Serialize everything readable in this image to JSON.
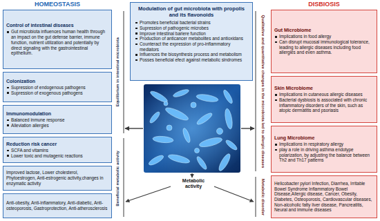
{
  "diagram": {
    "nodes": [
      {
        "text": [
          "Control of intestinal diseases",
          "Gut microbiota influences human health through an impact on the gut defense barrier, immune function, nutrient utilization and potentially by direct signaling with the gastrointestinal epithelium."
        ]
      },
      {
        "text": [
          "Colonization",
          "Supression of endogenous pathogens",
          "Supression of exogenous pathogens"
        ]
      },
      {
        "text": [
          "Immunomodulation",
          "Balanced inmune response",
          "Alleviation allergies"
        ]
      },
      {
        "text": [
          "Reduction risk cancer",
          "SCFA and vitamins",
          "Lower toxic and mutagenic reactions"
        ]
      },
      {
        "text": [
          "Improved lactose, Lower cholesterol, Phytoestrogen, Anti-estrogenic activity,changes in enzymatic activity"
        ]
      },
      {
        "text": [
          "Anti-obesity, Anti-inflammatory, Anti-diabetic, Anti-osteoporosis, Gastroprotection, Anti-atherosclerosis"
        ]
      },
      {
        "text": [
          "Modulation of gut microbiota with propolis and its flavonoids",
          "Promotes beneficial bacterial strains",
          "Supression of pathogenic microbes",
          "Improve intestinal bariere function",
          "Production of anticancer metabolites and antioxidans",
          "Counteract the expression of pro-inflammatory mediators",
          "Influences the biosynthesis process and metabolism",
          "Posses beneficial efect against metabolic sindromes"
        ]
      },
      {
        "text": [
          "Gut Microbiome",
          "Implications in food allergy",
          "Can disrupt mucosal immunological tolerance, leading to allergic diseases including food allergies and even asthma."
        ]
      },
      {
        "text": [
          "Skin Microbiome",
          "Implications in cutaneous allergic diseases",
          "Bacterial dysbiosis is associated with chronic inflammatory disorders of the skin, such as atopic dermatitis and psoriasis"
        ]
      },
      {
        "text": [
          "Lung Microbiome",
          "Implications in respiratory allergy",
          "play a role in driving asthma endotype polarization, by adjusting the balance between Th2 and Th17 patterns"
        ]
      },
      {
        "text": [
          "Helicobacter pylori Infection, Diarrhea, Irritable Bowel Syndrome Inflammatory Bowel Disease,Allergic disease, Cancer, Obesity, Diabetes, Osteoporosis, Cardiovascular diseases, Non-alcoholic fatty liver disease, Pancreatitis, Neural and immune diseases"
        ]
      }
    ],
    "labels": [
      "HOMEOSTASIS",
      "DISBIOSIS",
      "Equilibrium in intestinal microbiota",
      "Beneficial metabolic activity",
      "Qualitative and quantitative changes in the microbiota led to allergic diseases",
      "Metabolic disorder",
      "Metabolic activity"
    ]
  }
}
